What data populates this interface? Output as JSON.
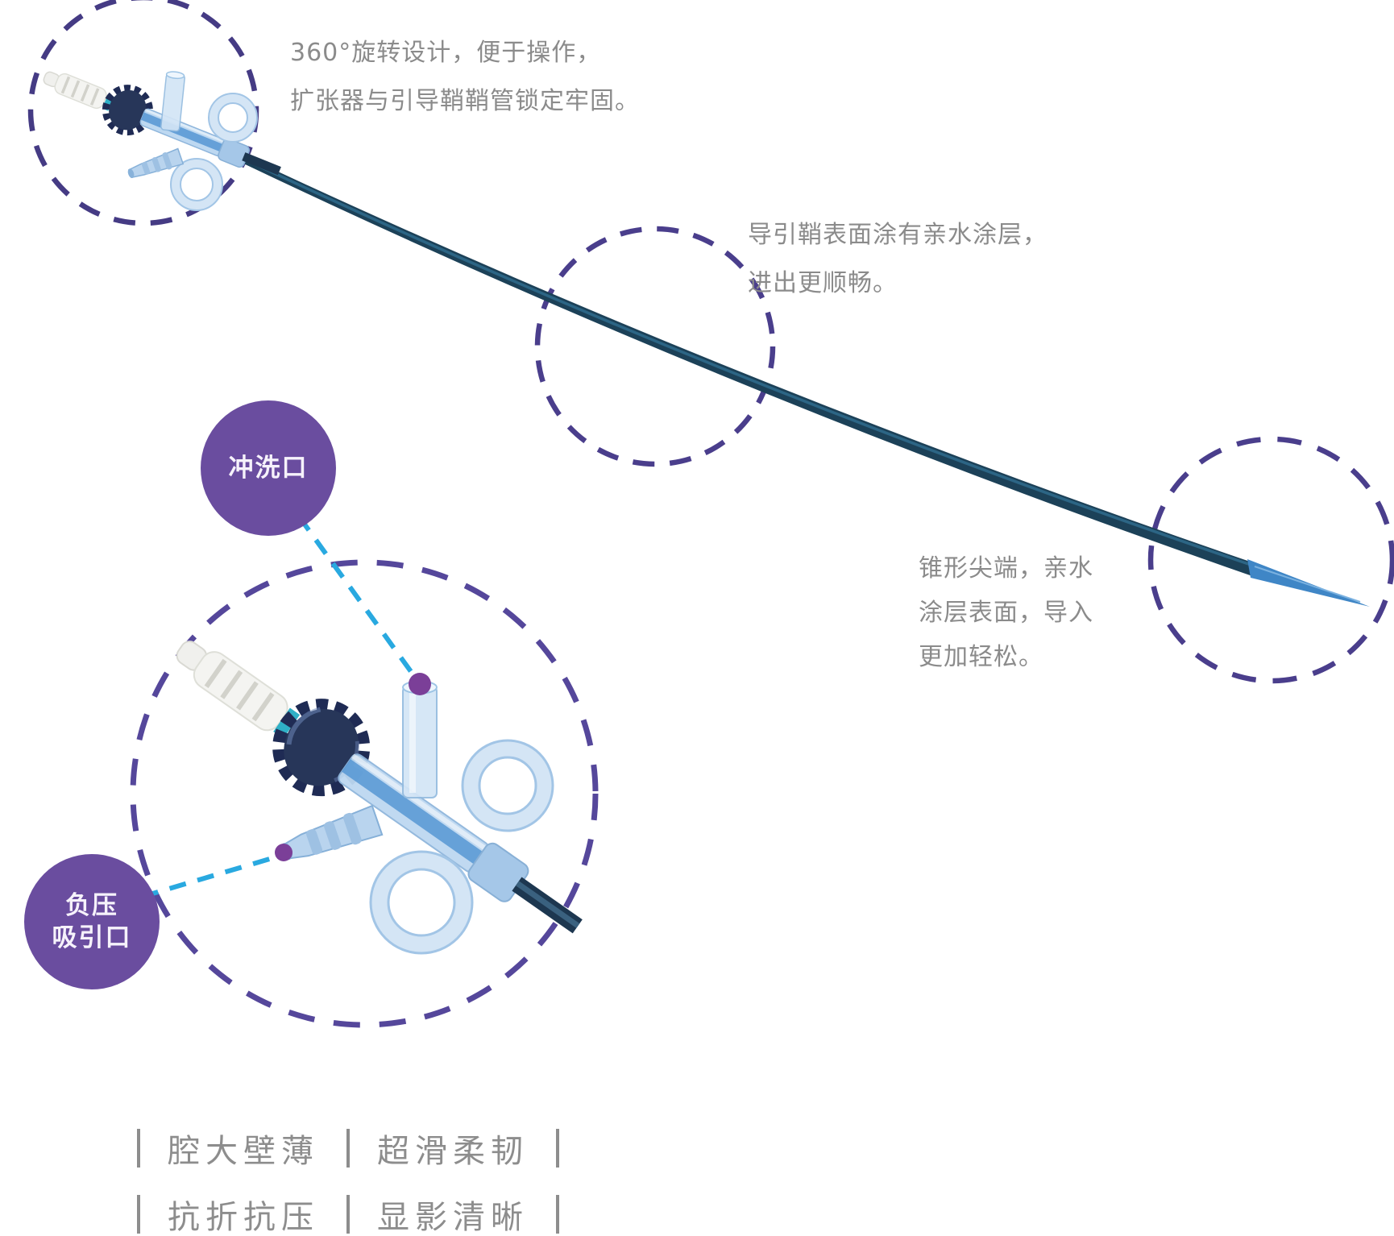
{
  "annotations": {
    "rotation": {
      "line1": "360°旋转设计，便于操作，",
      "line2": "扩张器与引导鞘鞘管锁定牢固。"
    },
    "coating": {
      "line1": "导引鞘表面涂有亲水涂层，",
      "line2": "进出更顺畅。"
    },
    "tip": {
      "line1": "锥形尖端，亲水",
      "line2": "涂层表面，导入",
      "line3": "更加轻松。"
    }
  },
  "port_labels": {
    "flush": "冲洗口",
    "suction_line1": "负压",
    "suction_line2": "吸引口"
  },
  "features": {
    "row1": [
      "腔大壁薄",
      "超滑柔韧"
    ],
    "row2": [
      "抗折抗压",
      "显影清晰"
    ]
  },
  "colors": {
    "badge_purple": "#6a4d9f",
    "dash_indigo": "#4a3e8c",
    "dash_violet": "#55479b",
    "leader_cyan": "#29a9e0",
    "marker_purple": "#7b3f98",
    "annotation_gray": "#8b8b8b",
    "shaft_navy": "#1c4158",
    "tip_blue": "#3f86c6",
    "hub_blue": "#bdd8f1"
  }
}
